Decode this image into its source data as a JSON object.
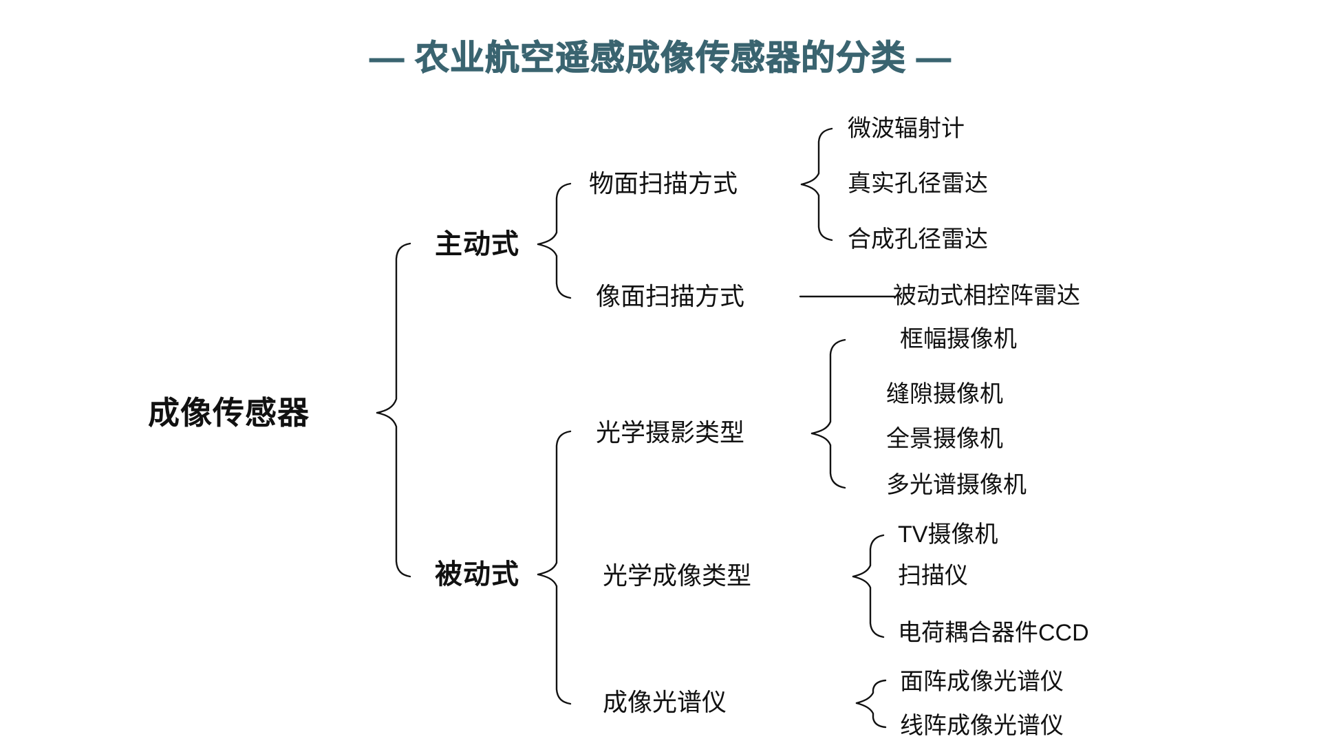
{
  "title": {
    "text": "— 农业航空遥感成像传感器的分类 —",
    "color": "#3a6470"
  },
  "diagram": {
    "type": "tree",
    "orientation": "left-to-right",
    "line_color": "#111111",
    "connector_style": "curly-brace",
    "root": {
      "label": "成像传感器",
      "level": 0
    },
    "nodes": {
      "active": {
        "label": "主动式",
        "level": 1
      },
      "passive": {
        "label": "被动式",
        "level": 1
      },
      "object_scan": {
        "label": "物面扫描方式",
        "level": 2
      },
      "image_scan": {
        "label": "像面扫描方式",
        "level": 2
      },
      "optical_photo": {
        "label": "光学摄影类型",
        "level": 2
      },
      "optical_imaging": {
        "label": "光学成像类型",
        "level": 2
      },
      "imaging_spectrometer": {
        "label": "成像光谱仪",
        "level": 2
      },
      "microwave_radiometer": {
        "label": "微波辐射计",
        "level": 3
      },
      "real_aperture_radar": {
        "label": "真实孔径雷达",
        "level": 3
      },
      "synthetic_aperture_radar": {
        "label": "合成孔径雷达",
        "level": 3
      },
      "passive_phased_array_radar": {
        "label": "被动式相控阵雷达",
        "level": 3
      },
      "frame_camera": {
        "label": "框幅摄像机",
        "level": 3
      },
      "slit_camera": {
        "label": "缝隙摄像机",
        "level": 3
      },
      "panoramic_camera": {
        "label": "全景摄像机",
        "level": 3
      },
      "multispectral_camera": {
        "label": "多光谱摄像机",
        "level": 3
      },
      "tv_camera": {
        "label": "TV摄像机",
        "level": 3
      },
      "scanner": {
        "label": "扫描仪",
        "level": 3
      },
      "ccd": {
        "label": "电荷耦合器件CCD",
        "level": 3
      },
      "area_array_spectrometer": {
        "label": "面阵成像光谱仪",
        "level": 3
      },
      "line_array_spectrometer": {
        "label": "线阵成像光谱仪",
        "level": 3
      }
    }
  }
}
